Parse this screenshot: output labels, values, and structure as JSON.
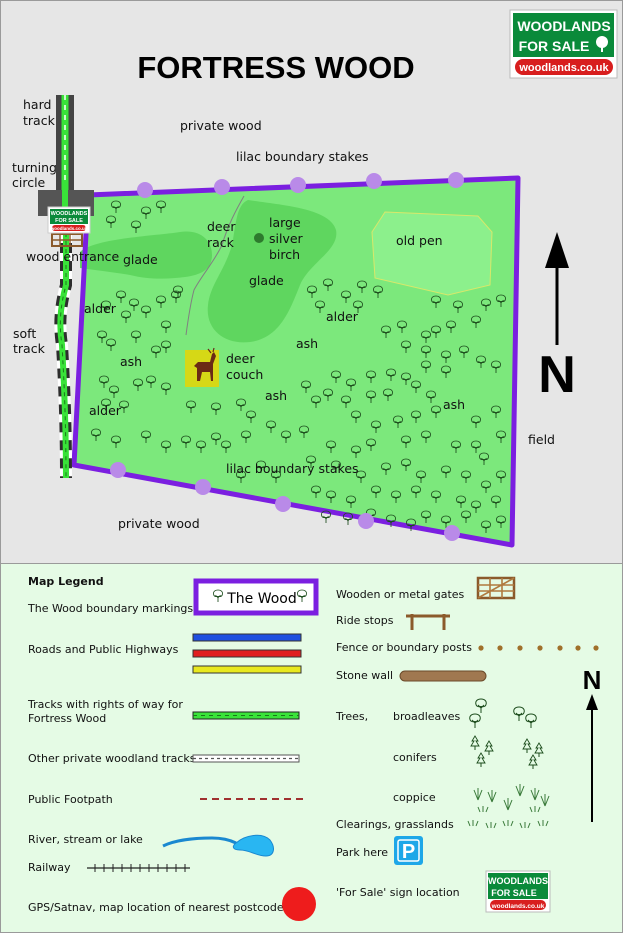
{
  "map": {
    "title": "FORTRESS WOOD",
    "logo": {
      "line1": "WOODLANDS",
      "line2": "FOR SALE",
      "url": "woodlands.co.uk"
    },
    "labels": {
      "hard_track": [
        "hard",
        "track"
      ],
      "turning_circle": [
        "turning",
        "circle"
      ],
      "wood_entrance": "wood entrance",
      "soft_track": [
        "soft",
        "track"
      ],
      "private_wood_top": "private wood",
      "private_wood_bottom": "private wood",
      "lilac_top": "lilac boundary stakes",
      "lilac_bottom": "lilac boundary stakes",
      "deer_rack": [
        "deer",
        "rack"
      ],
      "silver_birch": [
        "large",
        "silver",
        "birch"
      ],
      "old_pen": "old pen",
      "glade_left": "glade",
      "glade_center": "glade",
      "alder_1": "alder",
      "alder_2": "alder",
      "alder_3": "alder",
      "ash_1": "ash",
      "ash_2": "ash",
      "ash_3": "ash",
      "ash_4": "ash",
      "deer_couch": [
        "deer",
        "couch"
      ],
      "field": "field",
      "north": "N"
    }
  },
  "legend": {
    "heading": "Map Legend",
    "boundary": "The Wood boundary markings",
    "boundary_box": "The Wood",
    "roads": "Roads and Public Highways",
    "tracks_row": [
      "Tracks with rights of way for",
      "Fortress Wood"
    ],
    "private_tracks": "Other private woodland tracks",
    "footpath": "Public Footpath",
    "river": "River, stream or lake",
    "railway": "Railway",
    "gps": "GPS/Satnav, map location of nearest postcode",
    "gates": "Wooden or metal gates",
    "ride_stops": "Ride stops",
    "fence": "Fence or boundary posts",
    "stone_wall": "Stone wall",
    "trees": "Trees,",
    "broadleaves": "broadleaves",
    "conifers": "conifers",
    "coppice": "coppice",
    "clearings": "Clearings, grasslands",
    "park": "Park here",
    "park_symbol": "P",
    "for_sale": "'For Sale'  sign location",
    "north": "N"
  },
  "colors": {
    "boundary": "#7b1fe0",
    "wood": "#7ce87c",
    "glade": "#5fd65f",
    "stake": "#b98ae8",
    "brand_green": "#0a8a3a",
    "brand_red": "#d81e1e",
    "legend_bg": "#e5fbe5"
  }
}
